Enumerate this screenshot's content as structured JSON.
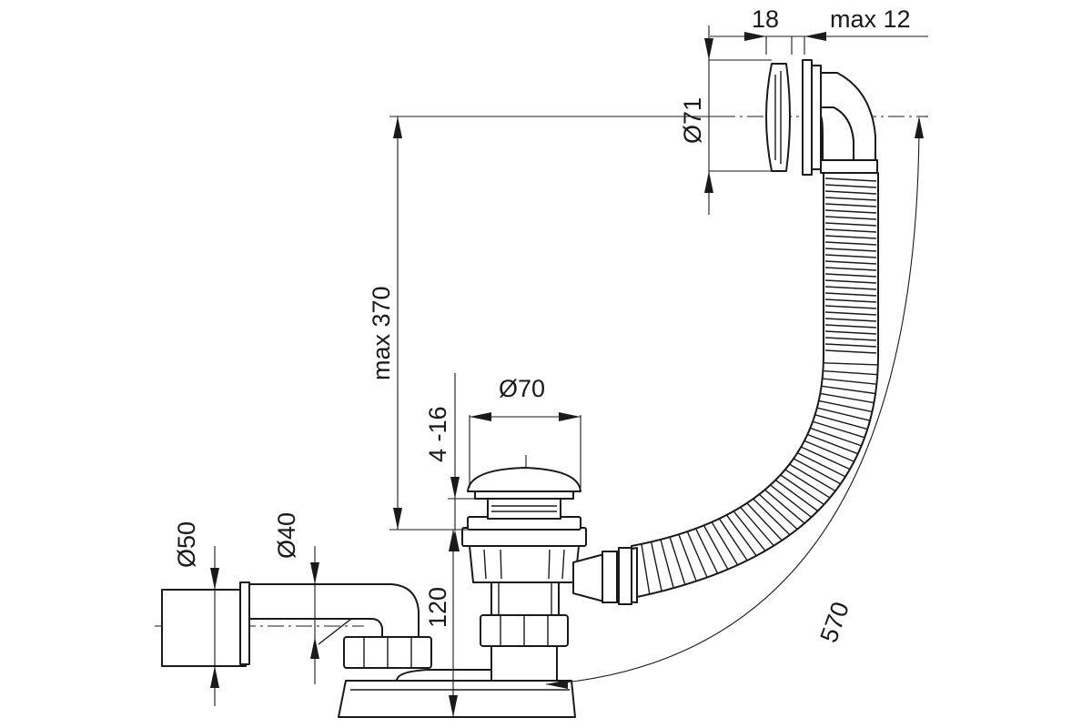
{
  "drawing": {
    "line_color": "#1a1a1a",
    "background": "#ffffff",
    "dimensions": {
      "overflow_thickness": "18",
      "overflow_max": "max 12",
      "overflow_diameter": "Ø71",
      "height_max": "max 370",
      "plug_range": "4 -16",
      "plug_diameter": "Ø70",
      "outlet_outer_diameter": "Ø50",
      "outlet_inner_diameter": "Ø40",
      "trap_height": "120",
      "cable_length": "570"
    }
  }
}
